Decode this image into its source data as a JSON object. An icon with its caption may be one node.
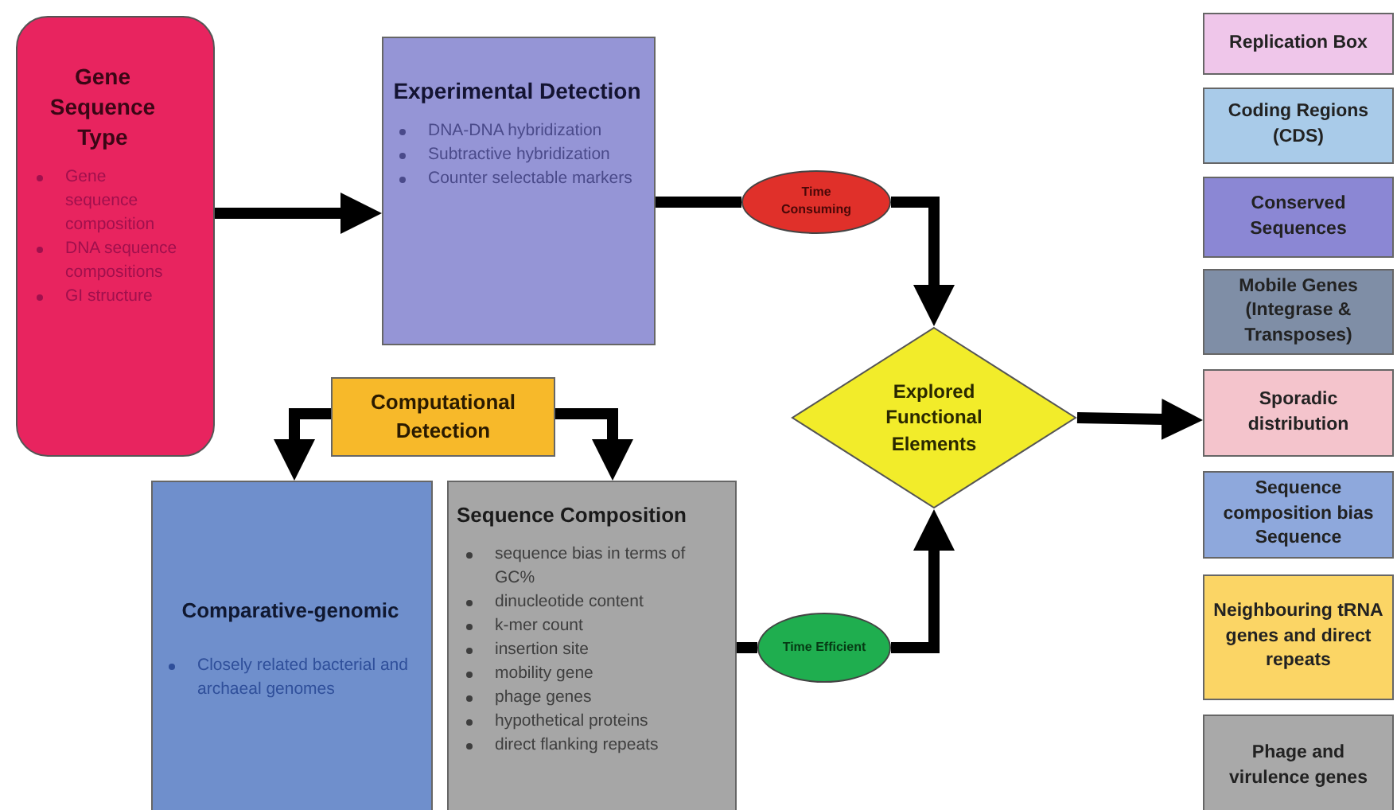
{
  "diagram": {
    "nodes": [
      {
        "text": [
          "Gene Sequence Type",
          "Gene sequence composition",
          "DNA sequence compositions",
          "GI structure"
        ]
      },
      {
        "text": [
          "Experimental Detection",
          "DNA-DNA hybridization",
          "Subtractive hybridization",
          "Counter selectable markers"
        ]
      },
      {
        "text": [
          "Time Consuming"
        ]
      },
      {
        "text": [
          "Computational Detection"
        ]
      },
      {
        "text": [
          "Comparative-genomic",
          "Closely related bacterial and archaeal genomes"
        ]
      },
      {
        "text": [
          "Sequence Composition",
          "sequence bias in terms of GC%",
          "dinucleotide content",
          "k-mer count",
          "insertion site",
          "mobility gene",
          "phage genes",
          "hypothetical proteins",
          "direct flanking repeats"
        ]
      },
      {
        "text": [
          "Time Efficient"
        ]
      },
      {
        "text": [
          "Explored Functional Elements"
        ]
      },
      {
        "text": [
          "Replication Box"
        ]
      },
      {
        "text": [
          "Coding Regions (CDS)"
        ]
      },
      {
        "text": [
          "Conserved Sequences"
        ]
      },
      {
        "text": [
          "Mobile Genes (Integrase & Transposes)"
        ]
      },
      {
        "text": [
          "Sporadic distribution"
        ]
      },
      {
        "text": [
          "Sequence composition bias Sequence"
        ]
      },
      {
        "text": [
          "Neighbouring tRNA genes and direct repeats"
        ]
      },
      {
        "text": [
          "Phage and virulence genes"
        ]
      }
    ],
    "edges": [
      {
        "from": 0,
        "to": 1,
        "arrow": "to"
      },
      {
        "from": 1,
        "to": 2,
        "arrow": "none"
      },
      {
        "from": 2,
        "to": 7,
        "arrow": "to"
      },
      {
        "from": 3,
        "to": 4,
        "arrow": "to"
      },
      {
        "from": 3,
        "to": 5,
        "arrow": "to"
      },
      {
        "from": 5,
        "to": 6,
        "arrow": "none"
      },
      {
        "from": 6,
        "to": 7,
        "arrow": "to"
      },
      {
        "from": 7,
        "to": 12,
        "arrow": "to"
      }
    ]
  }
}
